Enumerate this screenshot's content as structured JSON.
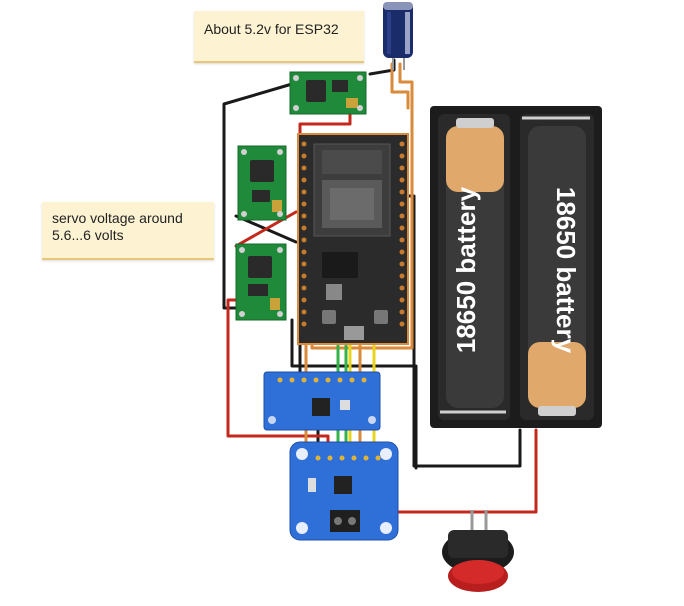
{
  "notes": {
    "esp32_voltage": "About 5.2v for ESP32",
    "servo_voltage": "servo voltage around 5.6...6 volts"
  },
  "batteries": {
    "left": "18650 battery",
    "right": "18650 battery"
  },
  "colors": {
    "pcb_green": "#1f8a3a",
    "pcb_blue": "#2f6fd8",
    "esp32_board": "#2b2b2b",
    "wire_red": "#c4281c",
    "wire_black": "#1a1a1a",
    "wire_orange": "#d98a3a",
    "wire_yellow": "#e8d41c",
    "wire_green": "#33b24a",
    "battery_orange": "#e0a86a",
    "battery_dark": "#3a3a3a",
    "button_red": "#d42a2a"
  }
}
